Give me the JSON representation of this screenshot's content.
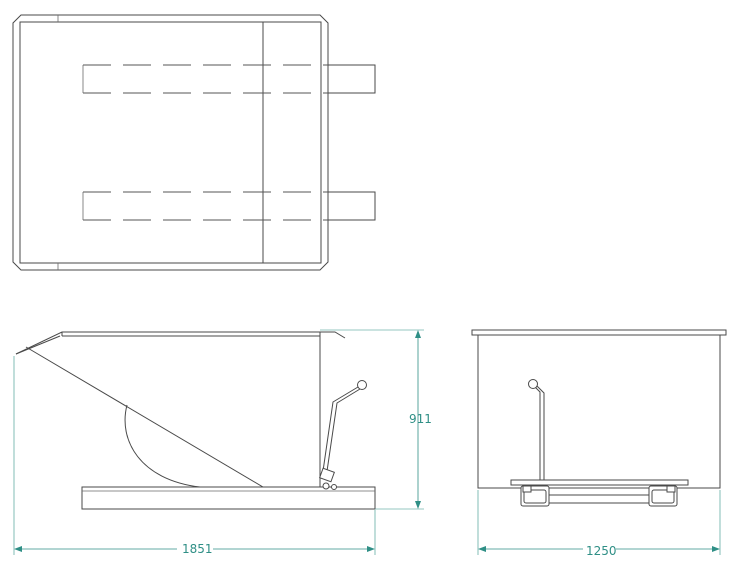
{
  "drawing": {
    "dimensions": {
      "height": "911",
      "length": "1851",
      "width": "1250"
    }
  },
  "colors": {
    "lines": "#4a4a4a",
    "dimensions": "#2f8f86",
    "background": "#ffffff"
  }
}
